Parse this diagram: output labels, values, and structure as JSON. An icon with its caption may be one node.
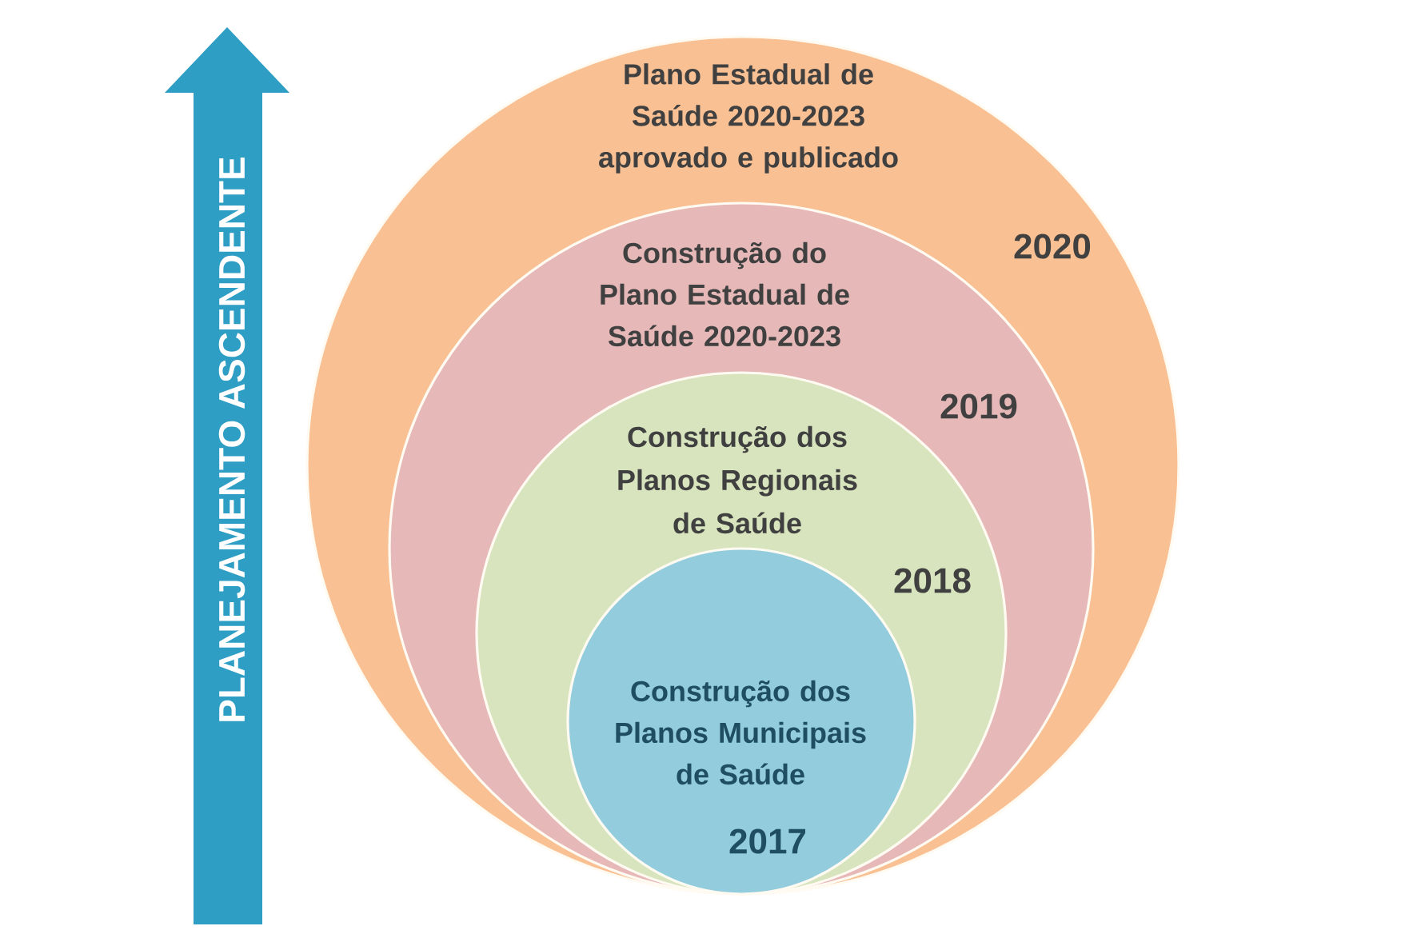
{
  "diagram": {
    "nodes": [
      {
        "text": [
          "PLANEJAMENTO ASCENDENTE"
        ]
      },
      {
        "text": [
          "Plano Estadual de Saúde 2020-2023 aprovado e publicado",
          "2020"
        ]
      },
      {
        "text": [
          "Construção do Plano Estadual de Saúde 2020-2023",
          "2019"
        ],
        "in": 1
      },
      {
        "text": [
          "Construção dos Planos Regionais de Saúde",
          "2018"
        ],
        "in": 2
      },
      {
        "text": [
          "Construção dos Planos Municipais de Saúde",
          "2017"
        ],
        "in": 3
      }
    ]
  }
}
